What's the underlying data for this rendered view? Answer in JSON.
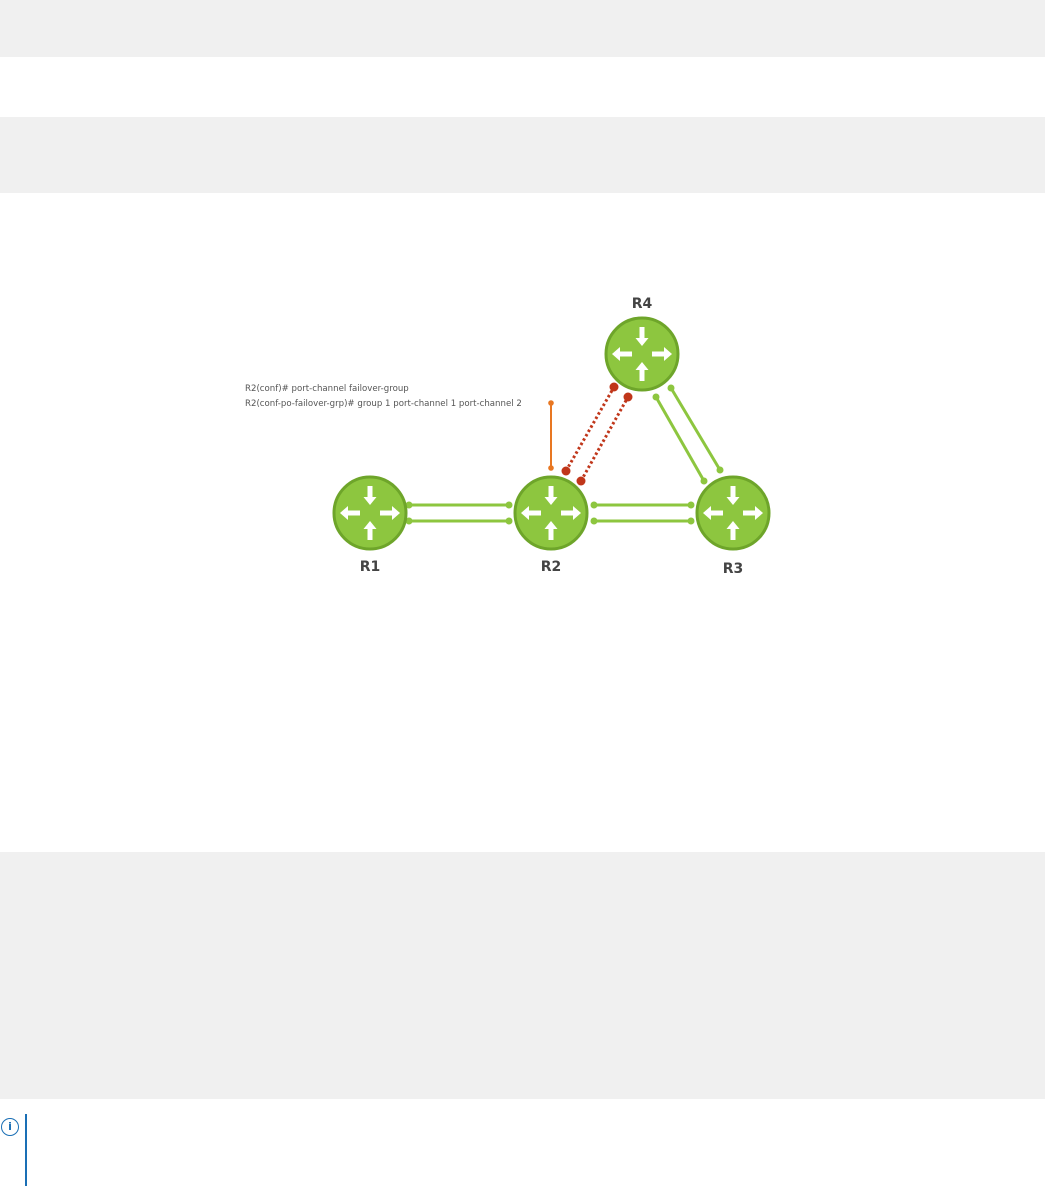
{
  "diagram": {
    "routers": [
      {
        "id": "R1",
        "label": "R1"
      },
      {
        "id": "R2",
        "label": "R2"
      },
      {
        "id": "R3",
        "label": "R3"
      },
      {
        "id": "R4",
        "label": "R4"
      }
    ],
    "command_lines": [
      "R2(conf)# port-channel failover-group",
      "R2(conf-po-failover-grp)# group 1 port-channel 1 port-channel 2"
    ],
    "colors": {
      "router_fill": "#8dc63f",
      "router_stroke": "#6ea52a",
      "active_link": "#8dc63f",
      "failover_link": "#c0361a",
      "callout": "#e87722",
      "note_accent": "#1a6fb5",
      "band": "#f0f0f0"
    }
  },
  "note": {
    "icon": "info-icon",
    "glyph": "i"
  }
}
